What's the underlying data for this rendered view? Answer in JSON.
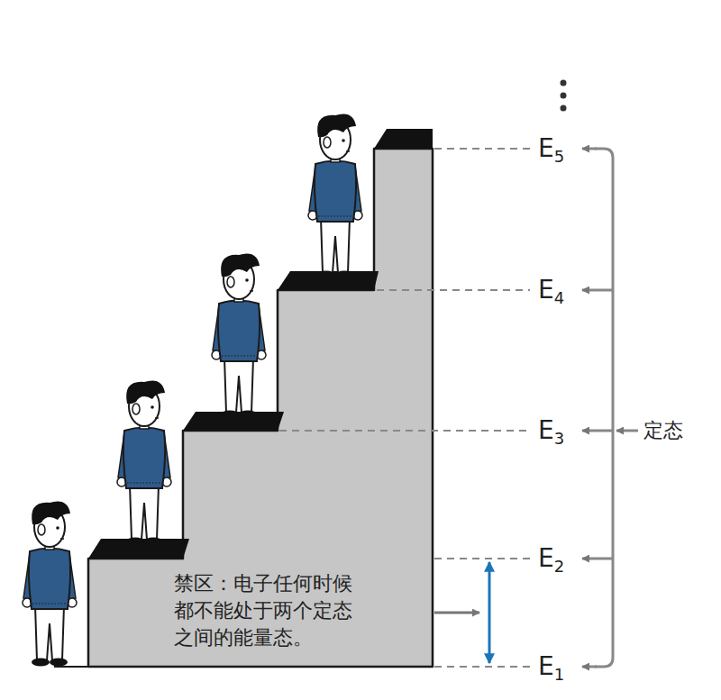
{
  "diagram": {
    "labels": [
      "E5",
      "E4",
      "E3",
      "E2",
      "E1",
      "定态",
      "禁区：电子任何时候都不能处于两个定态之间的能量态。"
    ]
  }
}
